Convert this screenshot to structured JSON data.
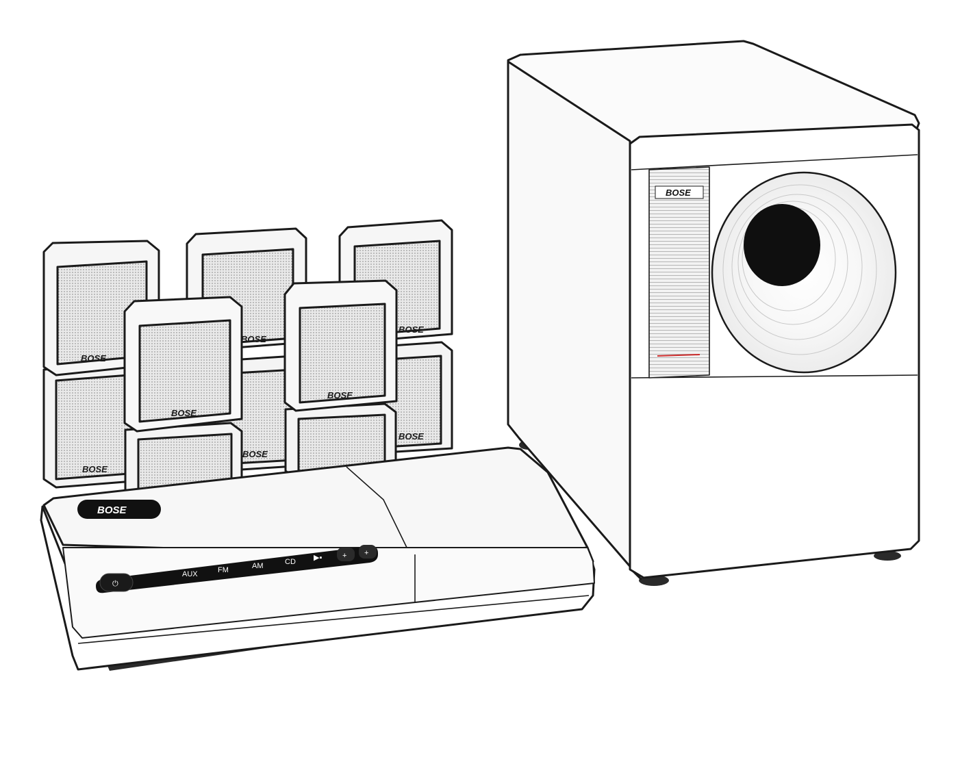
{
  "brand": {
    "logo_text": "BOSE",
    "logo_color": "#111111"
  },
  "satellites": {
    "logo_text": "BOSE"
  },
  "subwoofer": {
    "logo_text": "BOSE",
    "accent_color": "#cc2b2b"
  },
  "console": {
    "logo_text": "BOSE",
    "buttons": {
      "power_icon": "power-icon",
      "aux": "AUX",
      "fm": "FM",
      "am": "AM",
      "cd": "CD",
      "play_pause_icon": "play-pause-icon",
      "volume_down": "+",
      "volume_up": "+"
    }
  }
}
